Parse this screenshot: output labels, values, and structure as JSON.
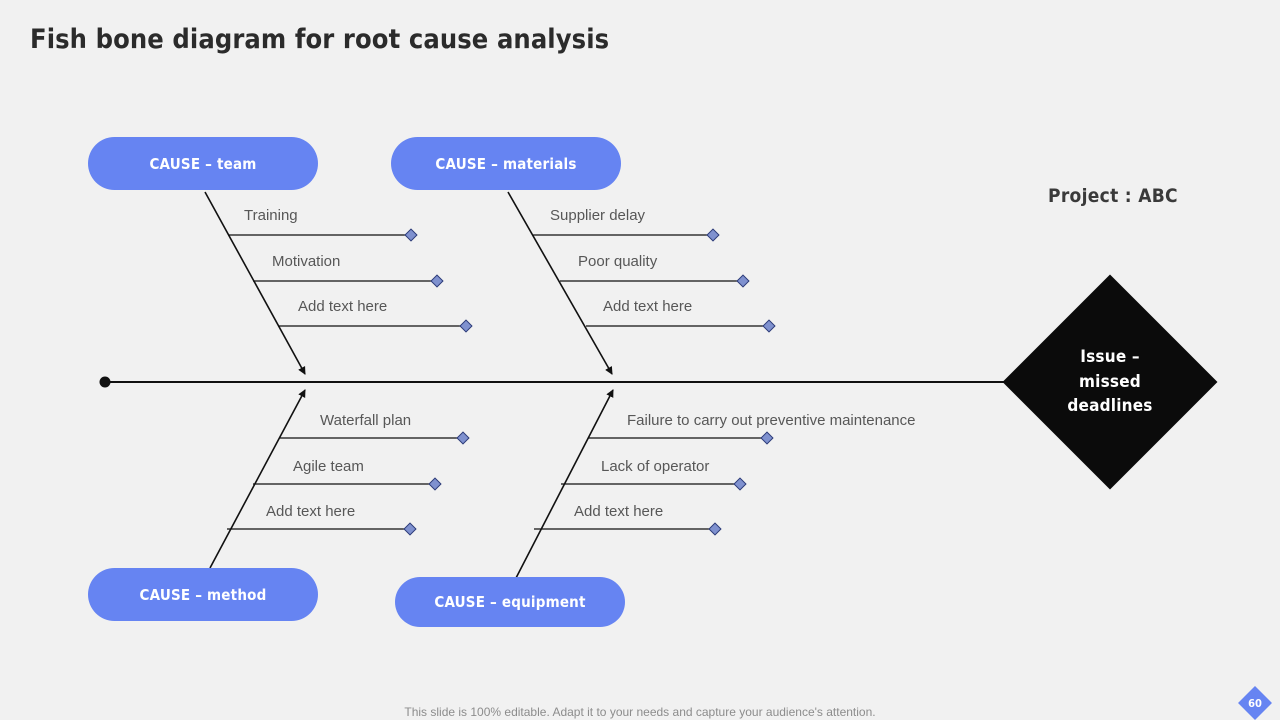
{
  "slide": {
    "title": "Fish bone diagram for root cause analysis",
    "project_label": "Project : ABC",
    "background_color": "#f1f1f1",
    "accent_color": "#6684f2",
    "label_color": "#575757",
    "head_color": "#0b0b0b"
  },
  "head": {
    "line1": "Issue –",
    "line2": "missed",
    "line3": "deadlines"
  },
  "categories": [
    {
      "id": "team",
      "label": "CAUSE – team",
      "position": "top",
      "causes": [
        "Training",
        "Motivation",
        "Add text here"
      ]
    },
    {
      "id": "materials",
      "label": "CAUSE – materials",
      "position": "top",
      "causes": [
        "Supplier delay",
        "Poor quality",
        "Add text here"
      ]
    },
    {
      "id": "method",
      "label": "CAUSE – method",
      "position": "bottom",
      "causes": [
        "Waterfall plan",
        "Agile team",
        "Add text here"
      ]
    },
    {
      "id": "equipment",
      "label": "CAUSE – equipment",
      "position": "bottom",
      "causes": [
        "Failure to carry out preventive maintenance",
        "Lack of operator",
        "Add text here"
      ]
    }
  ],
  "footer": {
    "note": "This slide is 100% editable. Adapt it to your needs and capture your audience's attention.",
    "page_number": "60"
  }
}
